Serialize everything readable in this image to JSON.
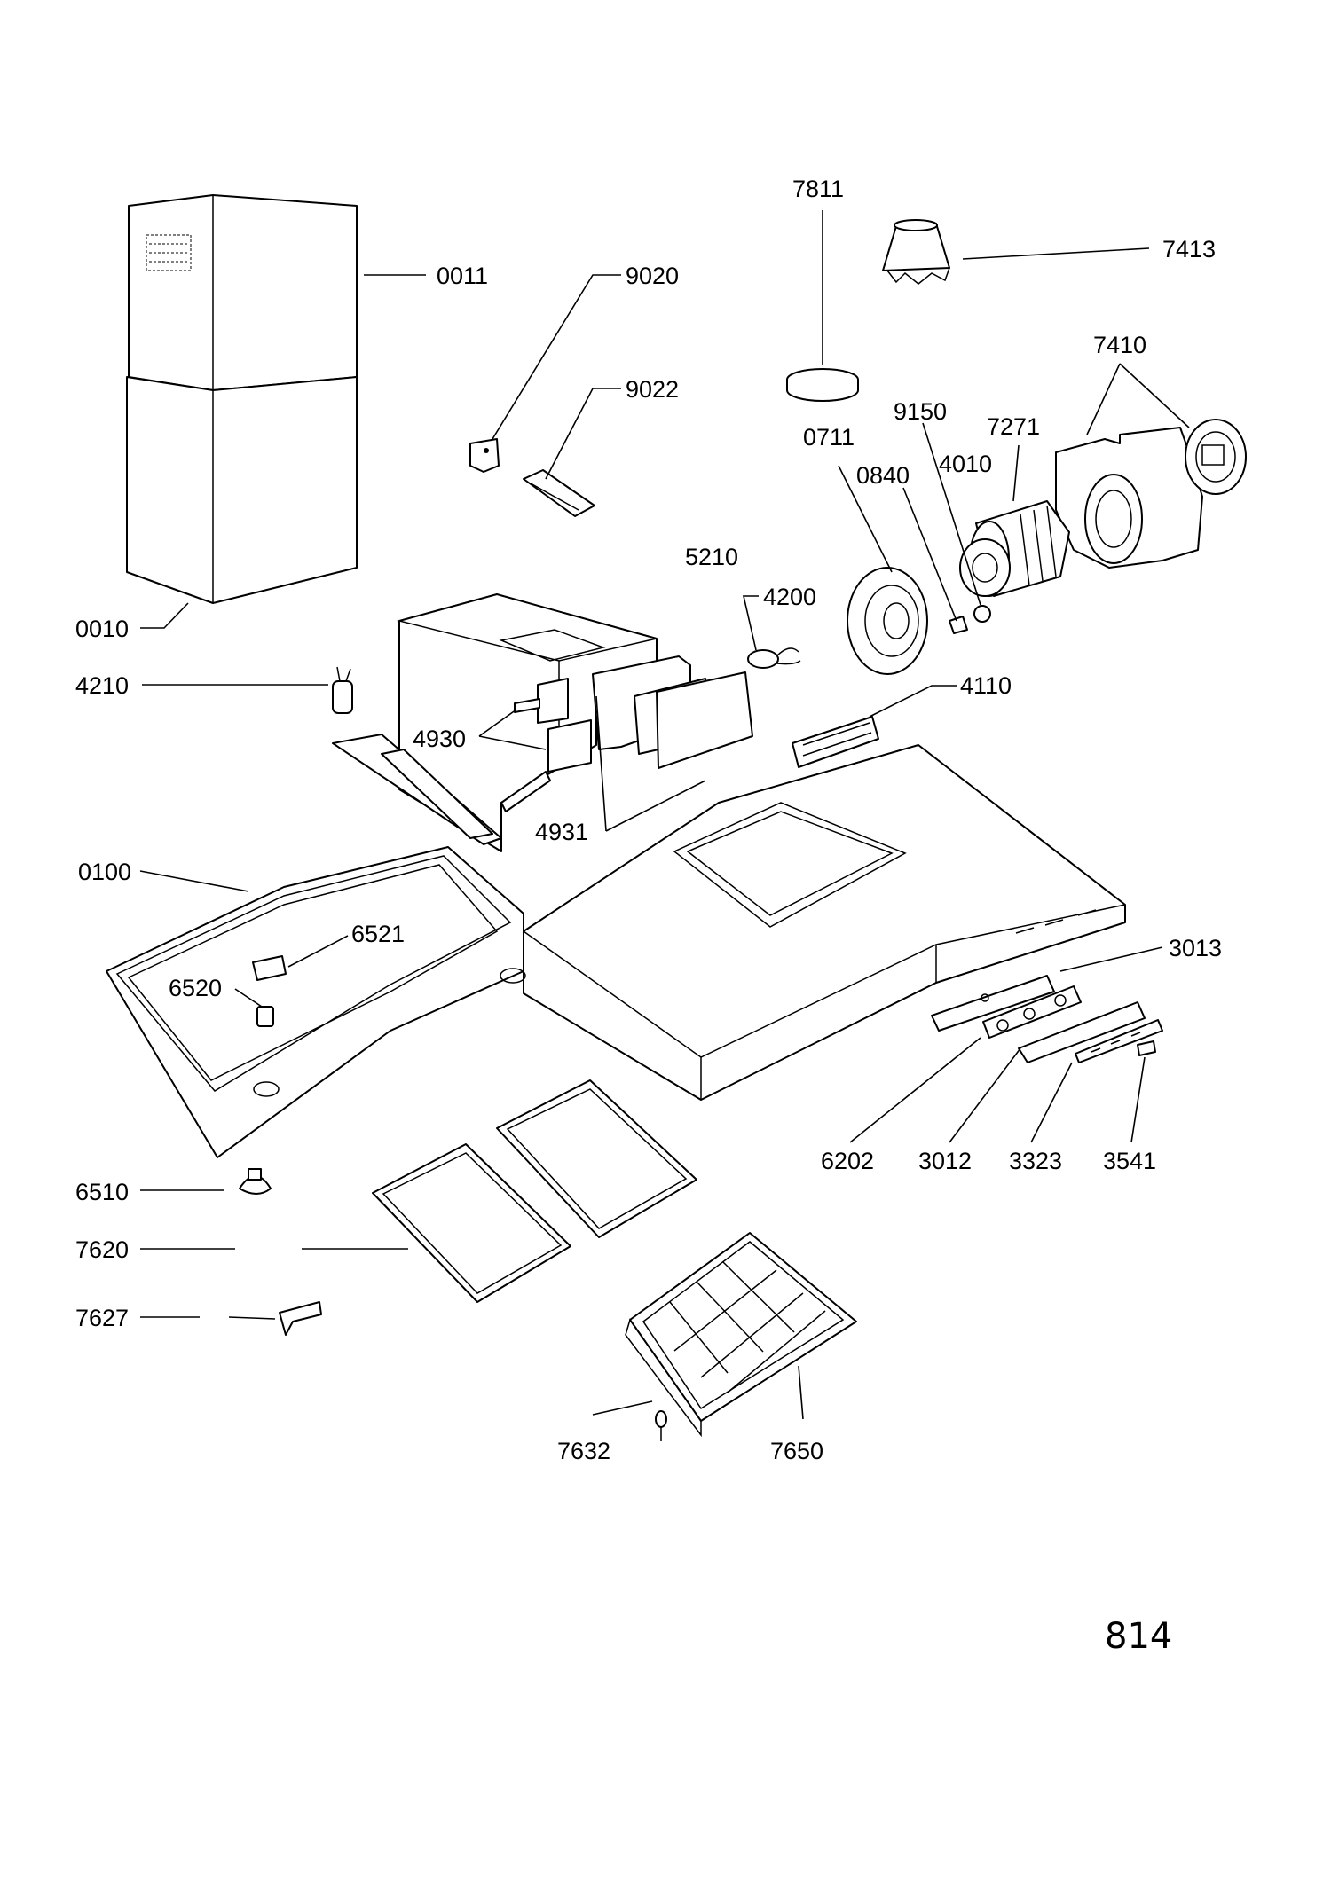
{
  "diagram": {
    "page_number": "814",
    "part_labels": {
      "p0011": "0011",
      "p0010": "0010",
      "p9020": "9020",
      "p9022": "9022",
      "p7811": "7811",
      "p7413": "7413",
      "p7410": "7410",
      "p9150": "9150",
      "p7271": "7271",
      "p0711": "0711",
      "p4010": "4010",
      "p0840": "0840",
      "p5210": "5210",
      "p4200": "4200",
      "p4210": "4210",
      "p4930": "4930",
      "p4110": "4110",
      "p4931": "4931",
      "p0100": "0100",
      "p6521": "6521",
      "p6520": "6520",
      "p3013": "3013",
      "p6202": "6202",
      "p3012": "3012",
      "p3323": "3323",
      "p3541": "3541",
      "p6510": "6510",
      "p7620": "7620",
      "p7627": "7627",
      "p7632": "7632",
      "p7650": "7650"
    }
  }
}
